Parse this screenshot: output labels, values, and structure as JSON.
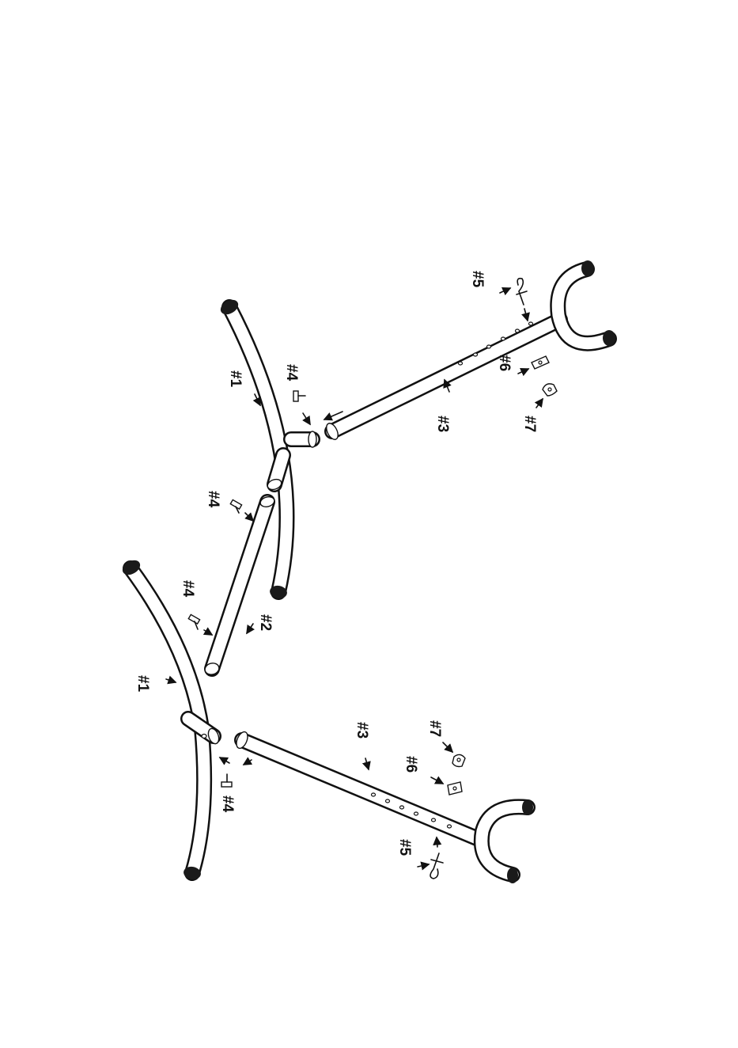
{
  "diagram": {
    "part_labels": {
      "p1_top": "#1",
      "p1_bottom": "#1",
      "p2": "#2",
      "p3_top": "#3",
      "p3_bottom": "#3",
      "p4_a": "#4",
      "p4_b": "#4",
      "p4_c": "#4",
      "p4_d": "#4",
      "p5_top": "#5",
      "p5_bottom": "#5",
      "p6_top": "#6",
      "p6_bottom": "#6",
      "p7_top": "#7",
      "p7_bottom": "#7"
    },
    "colors": {
      "line": "#111111",
      "background": "#ffffff"
    }
  }
}
